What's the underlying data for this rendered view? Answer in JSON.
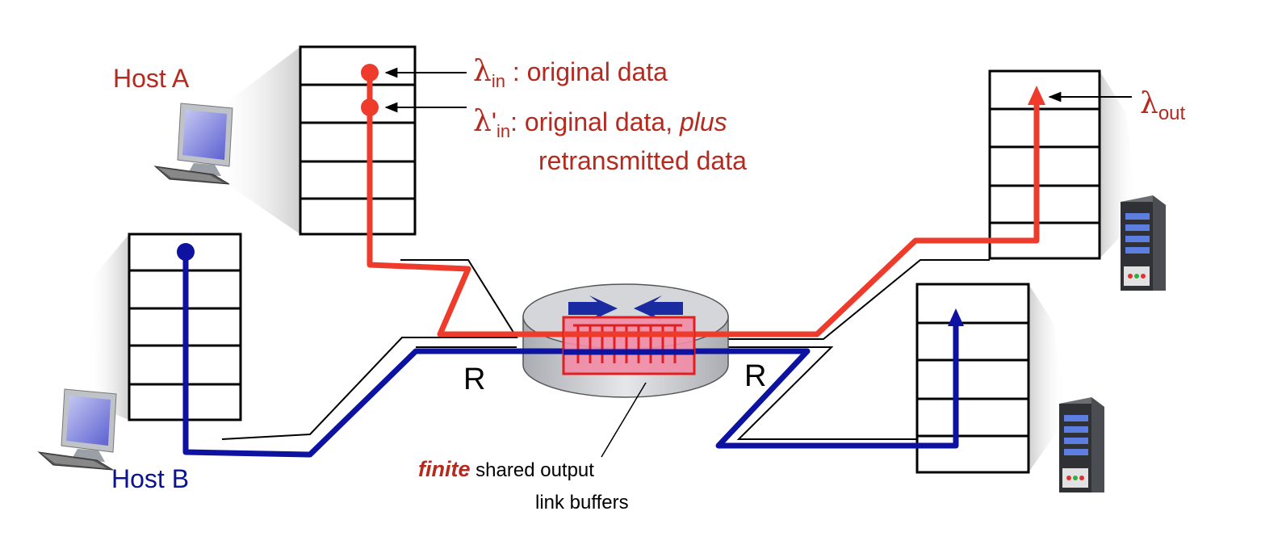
{
  "colors": {
    "red": "#ee3b2b",
    "red_text": "#b52a1f",
    "blue": "#0d12a0",
    "blue_text": "#0a1490",
    "buffer_fill": "#f28ba6",
    "buffer_stroke": "#e02020",
    "router_body": "#d4d6da"
  },
  "labels": {
    "host_a": "Host A",
    "host_b": "Host B",
    "lambda_in_sub": "in",
    "lambda_in_text": " : original data",
    "lambda_in_prime_mark": "'",
    "lambda_in_prime_sub": "in",
    "lambda_in_prime_text": ": original data, ",
    "lambda_in_prime_plus": "plus",
    "lambda_in_prime_text2": "retransmitted data",
    "lambda_out_sub": "out",
    "lambda_symbol": "λ",
    "r_left": "R",
    "r_right": "R",
    "finite_word": "finite",
    "finite_rest": " shared output",
    "finite_line2": "link buffers"
  },
  "icons": {
    "host_a": "desktop-computer-icon",
    "host_b": "desktop-computer-icon",
    "server_top": "server-tower-icon",
    "server_bottom": "server-tower-icon",
    "router": "router-icon"
  }
}
